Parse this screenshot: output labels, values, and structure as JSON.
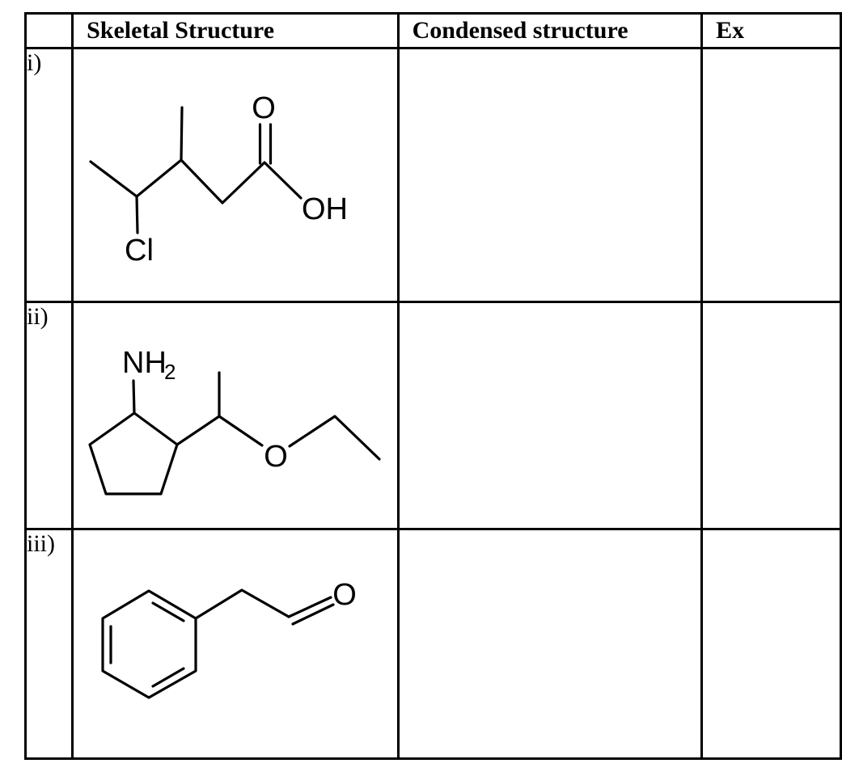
{
  "table": {
    "headers": [
      "",
      "Skeletal Structure",
      "Condensed structure",
      "Ex"
    ],
    "rows": [
      {
        "index_label": "i)",
        "atoms": {
          "carbonyl_oxygen": "O",
          "hydroxyl_group": "OH",
          "chlorine": "Cl"
        }
      },
      {
        "index_label": "ii)",
        "atoms": {
          "amine_group": "NH",
          "amine_subscript": "2",
          "ether_oxygen": "O"
        }
      },
      {
        "index_label": "iii)",
        "atoms": {
          "aldehyde_oxygen": "O"
        }
      }
    ]
  },
  "colors": {
    "ink": "#000000",
    "paper": "#ffffff"
  }
}
